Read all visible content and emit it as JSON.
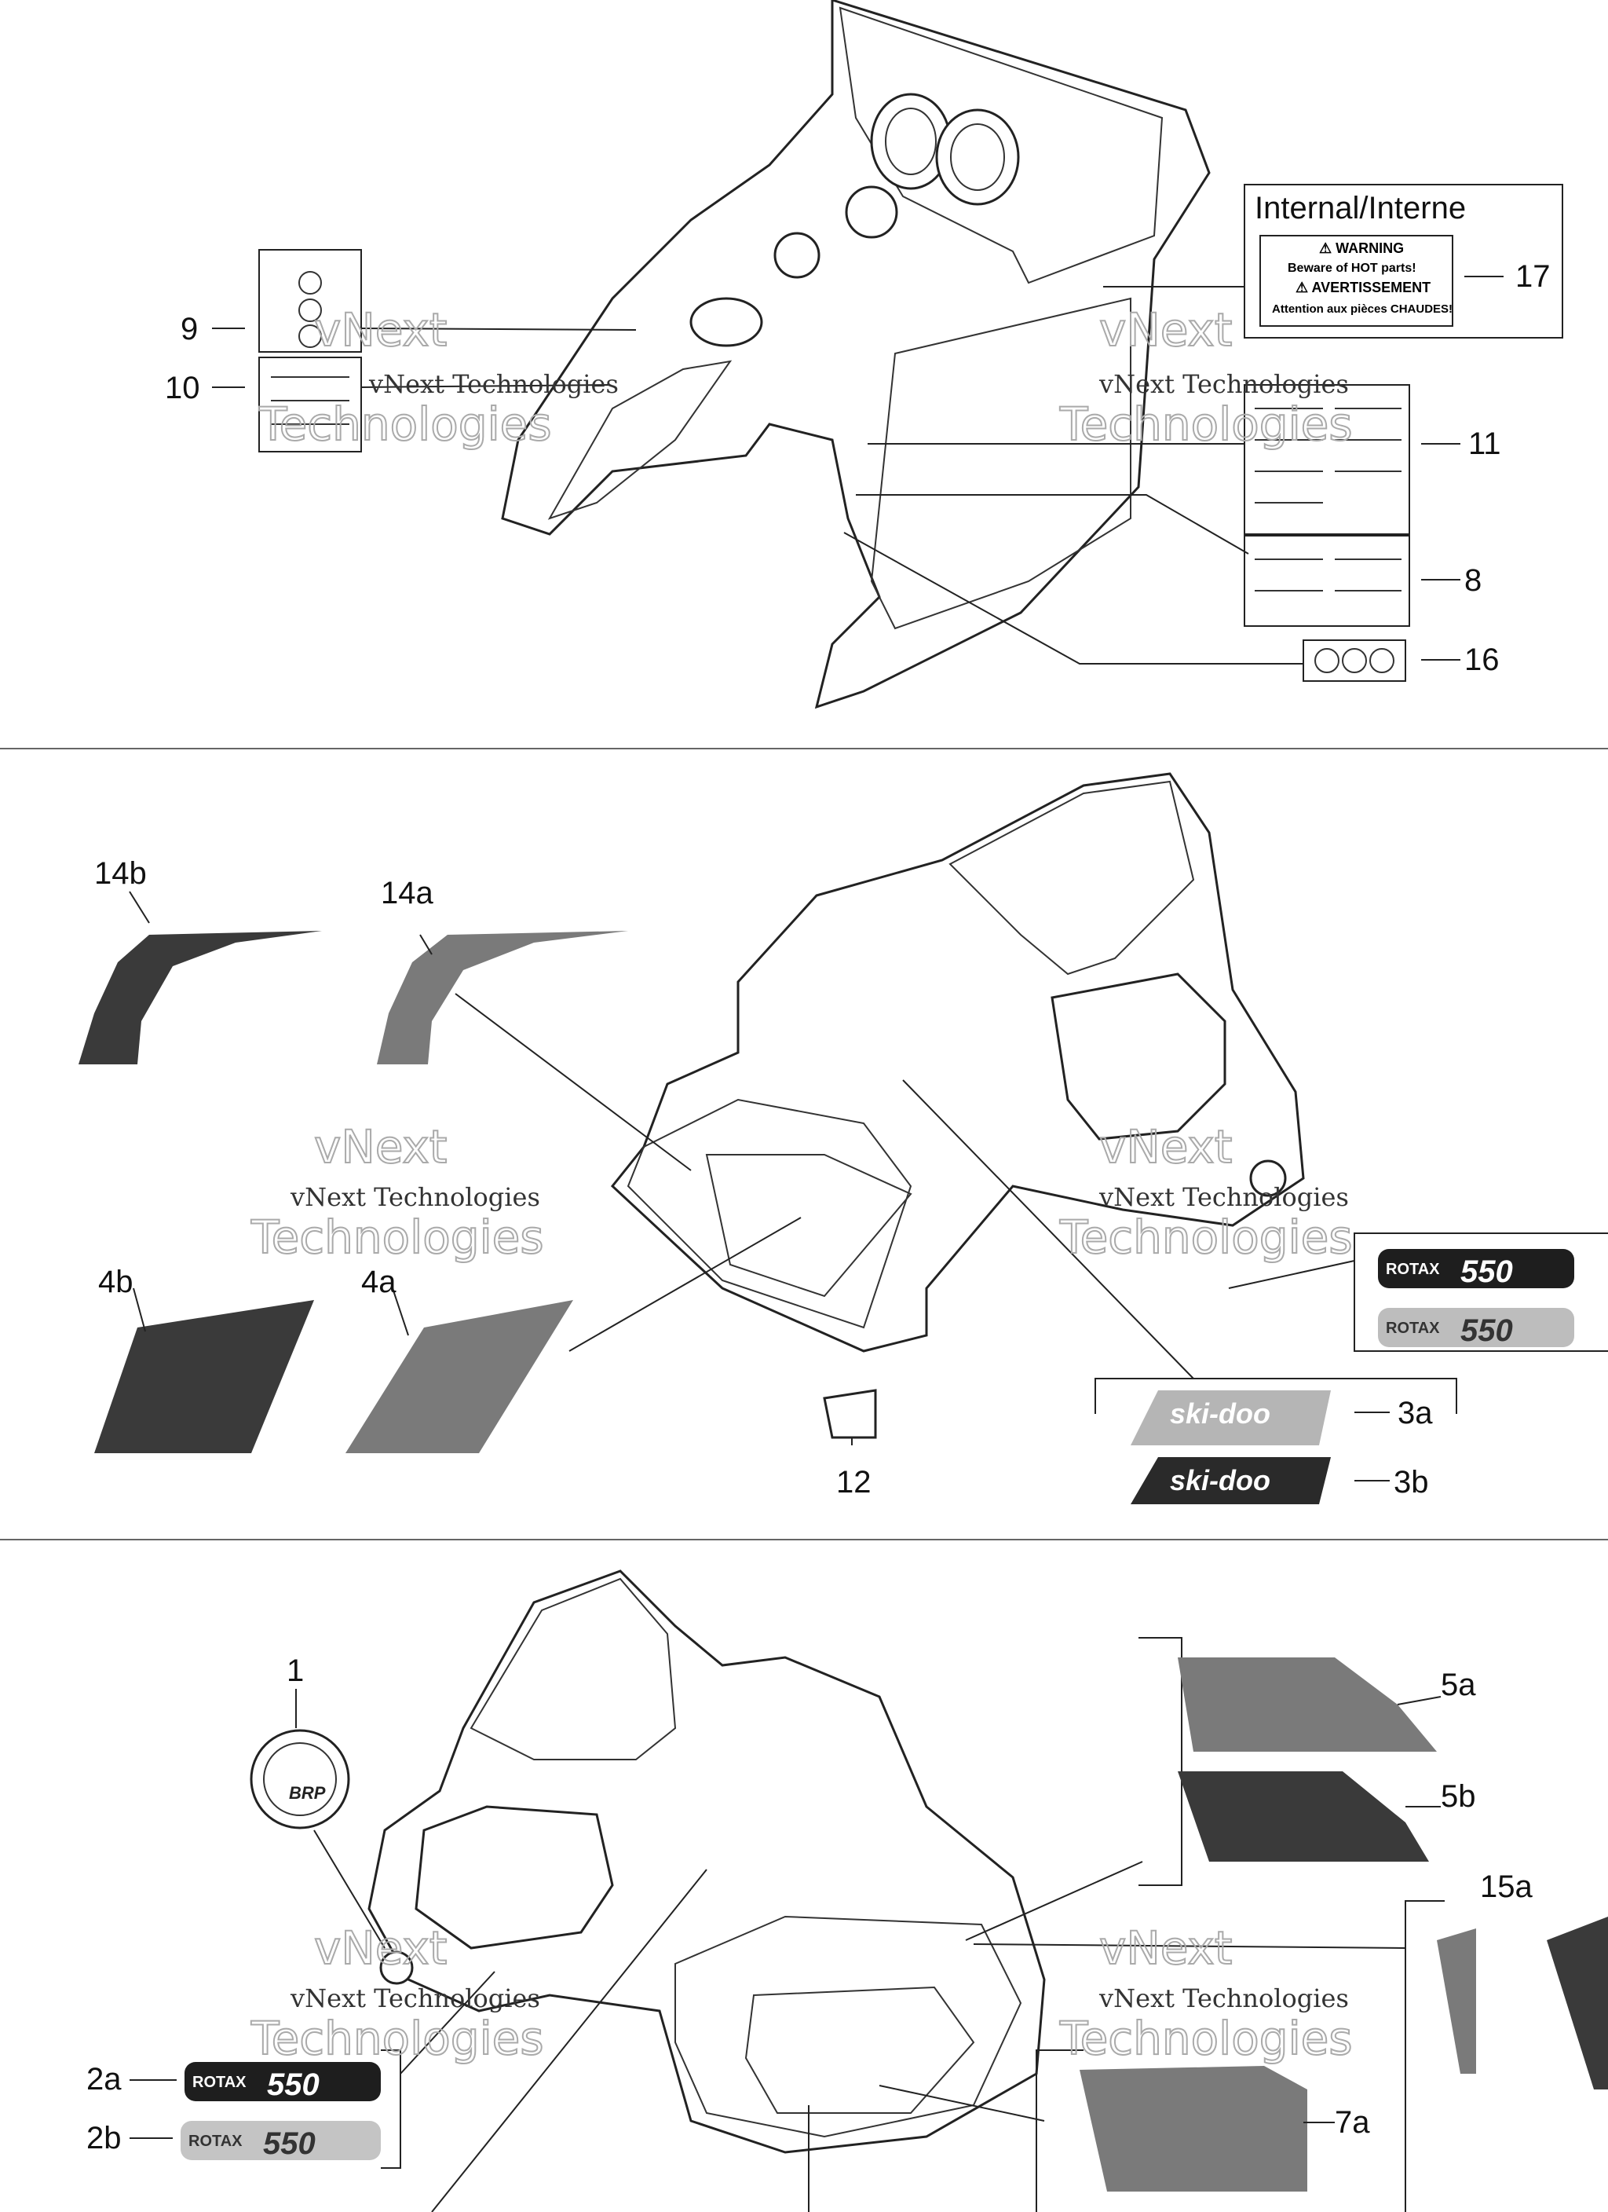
{
  "callouts": {
    "c1": "1",
    "c2a": "2a",
    "c2b": "2b",
    "c3a": "3a",
    "c3b": "3b",
    "c4a": "4a",
    "c4b": "4b",
    "c5a": "5a",
    "c5b": "5b",
    "c7a": "7a",
    "c8": "8",
    "c9": "9",
    "c10": "10",
    "c11": "11",
    "c12": "12",
    "c14a": "14a",
    "c14b": "14b",
    "c15a": "15a",
    "c16": "16",
    "c17": "17"
  },
  "label17": {
    "heading": "Internal/Interne",
    "warning": "⚠ WARNING",
    "warning_text": "Beware of HOT parts!",
    "avert": "⚠ AVERTISSEMENT",
    "avert_text": "Attention aux pièces CHAUDES!"
  },
  "decals": {
    "rotax": "ROTAX",
    "rotax_num": "550",
    "skidoo": "ski-doo",
    "brp": "BRP"
  },
  "watermark": {
    "line1": "vNext",
    "line2": "Technologies",
    "sub": "vNext Technologies"
  },
  "colors": {
    "line": "#222222",
    "decal_dark": "#3a3a3a",
    "decal_mid": "#7a7a7a"
  }
}
